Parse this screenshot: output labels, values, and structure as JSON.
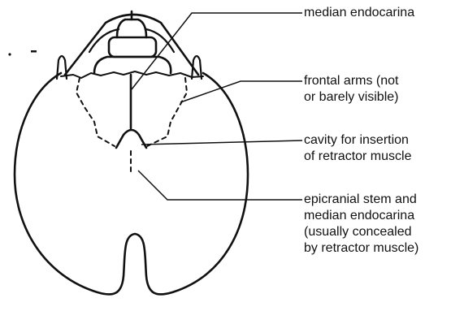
{
  "labels": {
    "median_endocarina": [
      "median endocarina"
    ],
    "frontal_arms": [
      "frontal arms (not",
      "or barely visible)"
    ],
    "cavity": [
      "cavity for insertion",
      "of retractor muscle"
    ],
    "epicranial_stem": [
      "epicranial stem and",
      "median endocarina",
      "(usually concealed",
      "by retractor muscle)"
    ]
  },
  "colors": {
    "ink": "#111111",
    "background": "#ffffff"
  }
}
